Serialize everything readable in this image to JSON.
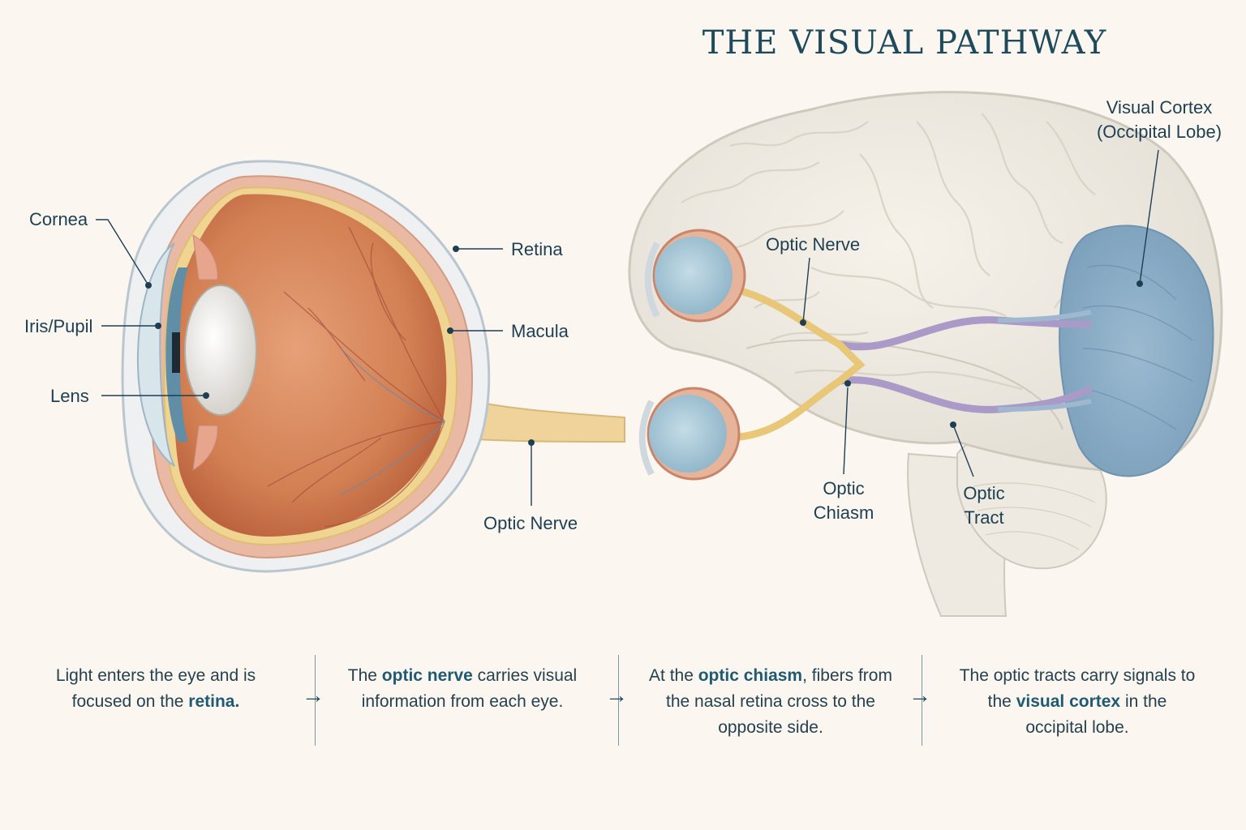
{
  "title": "THE VISUAL PATHWAY",
  "eye_labels": {
    "cornea": "Cornea",
    "iris_pupil": "Iris/Pupil",
    "lens": "Lens",
    "retina": "Retina",
    "macula": "Macula",
    "optic_nerve": "Optic Nerve"
  },
  "brain_labels": {
    "visual_cortex_1": "Visual Cortex",
    "visual_cortex_2": "(Occipital Lobe)",
    "optic_nerve": "Optic Nerve",
    "optic_chiasm_1": "Optic",
    "optic_chiasm_2": "Chiasm",
    "optic_tract_1": "Optic",
    "optic_tract_2": "Tract"
  },
  "steps": [
    {
      "pre": "Light enters the eye and is focused on the ",
      "bold": "retina.",
      "post": ""
    },
    {
      "pre": "The ",
      "bold": "optic nerve",
      "post": " carries visual information from each eye."
    },
    {
      "pre": "At the ",
      "bold": "optic chiasm",
      "post": ", fibers from the nasal retina cross to the opposite side."
    },
    {
      "pre": "The optic tracts carry signals to the ",
      "bold": "visual cortex",
      "post": " in the occipital lobe."
    }
  ],
  "arrow_glyph": "→",
  "colors": {
    "background": "#fbf7f0",
    "eye_interior": "#d9865a",
    "retina_yellow": "#e8c878",
    "cortex_blue": "#8fb0c8",
    "tract_purple": "#a99ac8",
    "text": "#1e3f52"
  }
}
